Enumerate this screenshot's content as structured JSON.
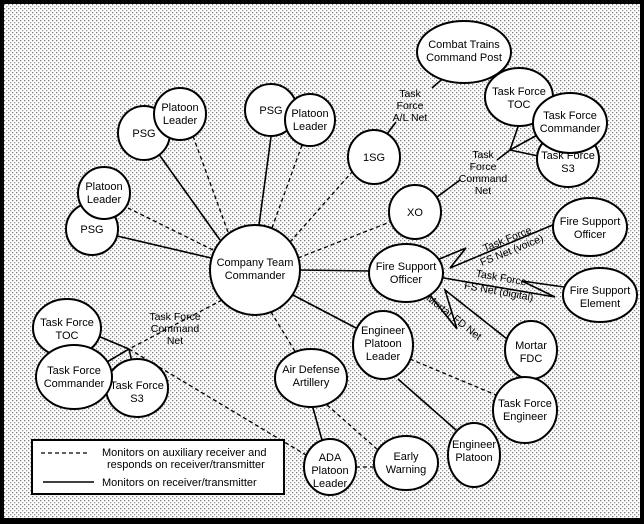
{
  "diagram": {
    "nodes": {
      "company_team_commander": "Company Team Commander",
      "psg_1": "PSG",
      "platoon_leader_1": "Platoon Leader",
      "psg_2": "PSG",
      "platoon_leader_2": "Platoon Leader",
      "platoon_leader_3": "Platoon Leader",
      "psg_3": "PSG",
      "first_sgt": "1SG",
      "xo": "XO",
      "combat_trains_cp": "Combat Trains Command Post",
      "tf_toc_upper": "Task Force TOC",
      "tf_commander_upper": "Task Force Commander",
      "tf_s3_upper": "Task Force S3",
      "fire_support_officer": "Fire Support Officer",
      "tf_fire_support_officer": "Fire Support Officer",
      "fire_support_element": "Fire Support Element",
      "mortar_fdc": "Mortar FDC",
      "engineer_platoon_leader": "Engineer Platoon Leader",
      "tf_engineer": "Task Force Engineer",
      "engineer_platoon": "Engineer Platoon",
      "air_defense_artillery": "Air Defense Artillery",
      "ada_platoon_leader": "ADA Platoon Leader",
      "early_warning": "Early Warning",
      "tf_toc_lower": "Task Force TOC",
      "tf_commander_lower": "Task Force Commander",
      "tf_s3_lower": "Task Force S3"
    },
    "nets": {
      "tf_al_net": [
        "Task",
        "Force",
        "A/L Net"
      ],
      "tf_command_net_upper": [
        "Task",
        "Force",
        "Command",
        "Net"
      ],
      "tf_command_net_lower": [
        "Task Force",
        "Command",
        "Net"
      ],
      "tf_fs_net_voice": [
        "Task Force",
        "FS Net (voice)"
      ],
      "tf_fs_net_digital": [
        "Task Force",
        "FS Net (digital)"
      ],
      "mortar_fd_net": "Mortar FD Net"
    },
    "legend": {
      "dashed": [
        "Monitors on auxiliary receiver and",
        "responds on receiver/transmitter"
      ],
      "solid": "Monitors on receiver/transmitter"
    }
  }
}
